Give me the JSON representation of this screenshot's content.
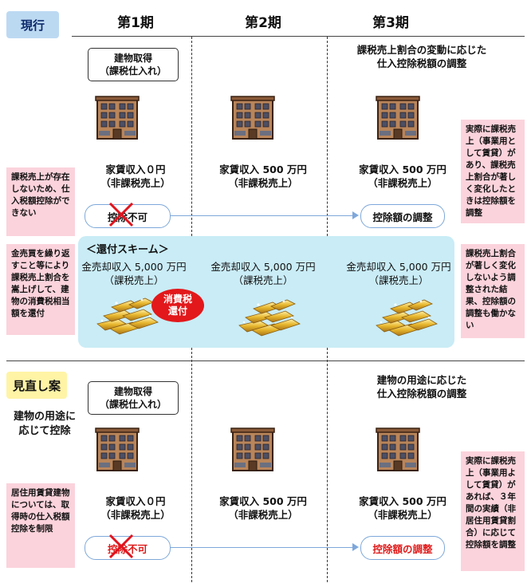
{
  "tags": {
    "current": "現行",
    "review": "見直し案"
  },
  "periods": [
    "第1期",
    "第2期",
    "第3期"
  ],
  "current": {
    "p1_box": "建物取得\n（課税仕入れ）",
    "p3_heading": "課税売上割合の変動に応じた\n仕入控除税額の調整",
    "p1_rent": "家賃収入０円\n（非課税売上）",
    "p2_rent": "家賃収入 500 万円\n（非課税売上）",
    "p3_rent": "家賃収入 500 万円\n（非課税売上）",
    "left_note": "課税売上が存在しないため、仕入税額控除ができない",
    "right_note": "実際に課税売上（事業用として賃貸）があり、課税売上割合が著しく変化したときは控除額を調整",
    "p1_pill": "控除不可",
    "p3_pill": "控除額の調整",
    "scheme_title": "＜還付スキーム＞",
    "p1_gold": "金売却収入 5,000 万円\n（課税売上）",
    "p2_gold": "金売却収入 5,000 万円\n（課税売上）",
    "p3_gold": "金売却収入 5,000 万円\n（課税売上）",
    "refund_badge": "消費税\n還付",
    "scheme_left_note": "金売買を繰り返すこと等により課税売上割合を嵩上げして、建物の消費税相当額を還付",
    "scheme_right_note": "課税売上割合が著しく変化しないよう調整された結果、控除額の調整も働かない"
  },
  "review": {
    "sub_label": "建物の用途に\n応じて控除",
    "p1_box": "建物取得\n（課税仕入れ）",
    "p3_heading": "建物の用途に応じた\n仕入控除税額の調整",
    "p1_rent": "家賃収入０円\n（非課税売上）",
    "p2_rent": "家賃収入 500 万円\n（非課税売上）",
    "p3_rent": "家賃収入 500 万円\n（非課税売上）",
    "left_note": "居住用賃貸建物については、取得時の仕入税額控除を制限",
    "right_note": "実際に課税売上（事業用よして賃貸）があれば、３年間の実績（非居住用賃貸割合）に応じて控除額を調整",
    "p1_pill": "控除不可",
    "p3_pill": "控除額の調整"
  },
  "colors": {
    "tag_current": "#bcd9f2",
    "tag_review": "#fff4a6",
    "pink_note": "#fbd3dc",
    "panel": "#c9ecf6",
    "refund": "#e2181b",
    "pill_red_text": "#e01b1b"
  }
}
